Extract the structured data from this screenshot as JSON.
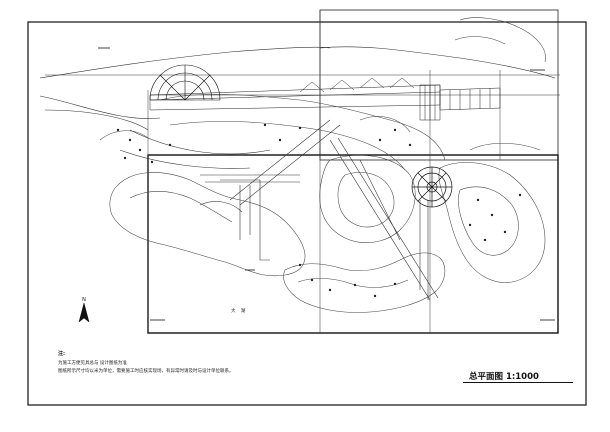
{
  "drawing": {
    "title": "总平面图 1:1000",
    "lake_label": "大 湖",
    "north_label": "N",
    "notes": {
      "heading": "注:",
      "line1": "为施工方便见具总与 设计图纸为准",
      "line2": "图纸所示尺寸均以米为单位，需要施工时应核实现场，有异常时请及时与设计单位联系。"
    }
  }
}
